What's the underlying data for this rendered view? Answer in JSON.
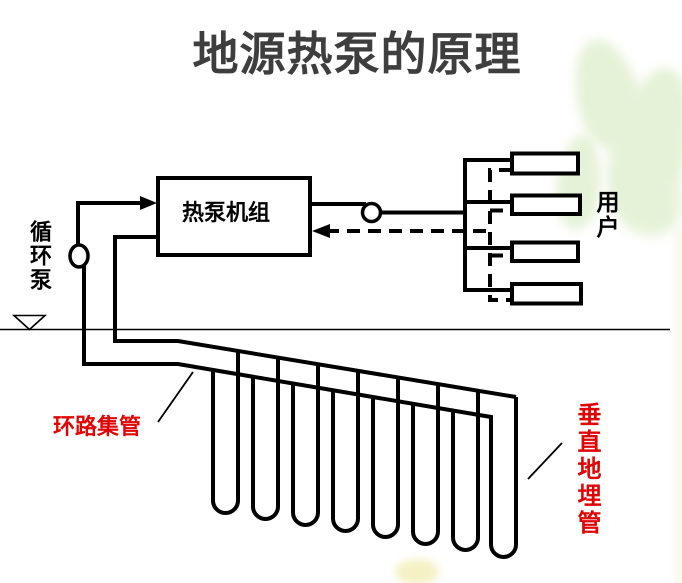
{
  "slide": {
    "title": "地源热泵的原理"
  },
  "diagram": {
    "heat_pump_unit_label": "热泵机组",
    "circulation_pump_label": "循环泵",
    "users_label": "用户",
    "loop_header_label": "环路集管",
    "vertical_buried_pipe_label": "垂直地埋管",
    "user_unit_count": 4,
    "u_tube_count": 8
  },
  "colors": {
    "pipe_line": "#000000",
    "title_text": "#3e3e3e",
    "annotation_red": "#e00505",
    "butterfly_green": "#e6f2d8",
    "background": "#ffffff"
  }
}
